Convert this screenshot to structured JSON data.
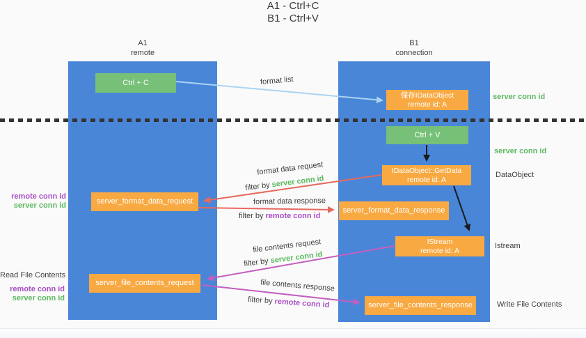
{
  "title": {
    "line1": "A1 - Ctrl+C",
    "line2": "B1 - Ctrl+V"
  },
  "lanes": {
    "left": {
      "id": "A1",
      "role": "remote"
    },
    "right": {
      "id": "B1",
      "role": "connection"
    }
  },
  "nodes": {
    "ctrl_c": "Ctrl + C",
    "ctrl_v": "Ctrl + V",
    "save_dataobject": {
      "line1": "保存IDataObject",
      "line2": "remote id: A"
    },
    "getdata": {
      "line1": "IDataObject::GetData",
      "line2": "remote id: A"
    },
    "istream": {
      "line1": "IStream",
      "line2": "remote id: A"
    },
    "format_request": "server_format_data_request",
    "format_response": "server_format_data_response",
    "file_request": "server_file_contents_request",
    "file_response": "server_file_contents_response"
  },
  "flow_labels": {
    "format_list": "format list",
    "format_request": "format data request",
    "format_request_filter": {
      "prefix": "filter by",
      "key": "server conn id"
    },
    "format_response": "format data response",
    "format_response_filter": {
      "prefix": "filter by",
      "key": "remote conn id"
    },
    "file_request": "file contents request",
    "file_request_filter": {
      "prefix": "filter by",
      "key": "server conn id"
    },
    "file_response": "file contents response",
    "file_response_filter": {
      "prefix": "filter by",
      "key": "remote conn id"
    }
  },
  "side_labels": {
    "server_conn_id_top": "server conn id",
    "server_conn_id_mid": "server conn id",
    "dataobject": "DataObject",
    "istream": "Istream",
    "write_file_contents": "Write File Contents",
    "read_file_contents": "Read File Contents",
    "format_pair": {
      "remote": "remote conn id",
      "server": "server conn id"
    },
    "file_pair": {
      "remote": "remote conn id",
      "server": "server conn id"
    }
  },
  "colors": {
    "lane-blue": "#4a86d8",
    "node-green": "#76c078",
    "node-orange": "#f8a942",
    "accent-green": "#5cb860",
    "accent-purple": "#a84fc5",
    "arrow-red": "#e8695e",
    "arrow-magenta": "#c45ec0",
    "arrow-lightblue": "#aad4f2",
    "arrow-black": "#1a1a1a",
    "text-dark": "#3f3f3f",
    "separator": "#333333",
    "background": "#fafafa"
  }
}
